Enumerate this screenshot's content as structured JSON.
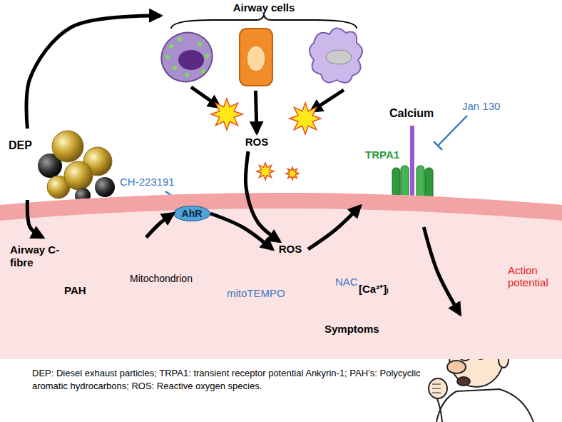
{
  "diagram": {
    "caption": "DEP: Diesel exhaust particles; TRPA1: transient receptor potential Ankyrin-1; PAH’s: Polycyclic aromatic hydrocarbons; ROS: Reactive oxygen species.",
    "nodes": [
      {
        "text": [
          "DEP"
        ]
      },
      {
        "text": [
          "Airway cells"
        ]
      },
      {
        "text": [
          "ROS"
        ]
      },
      {
        "text": [
          "Airway C-fibre"
        ]
      },
      {
        "text": [
          "PAH"
        ],
        "in": 3
      },
      {
        "text": [
          "AhR"
        ],
        "in": 3
      },
      {
        "text": [
          "ROS"
        ],
        "in": 3
      },
      {
        "text": [
          "TRPA1"
        ]
      },
      {
        "text": [
          "Symptoms"
        ]
      }
    ],
    "edges": [
      {
        "from": 0,
        "to": 1,
        "arrow": "to"
      },
      {
        "from": 0,
        "to": 4,
        "arrow": "to"
      },
      {
        "from": 1,
        "to": 2,
        "arrow": "to"
      },
      {
        "from": 2,
        "to": 6,
        "arrow": "to"
      },
      {
        "from": 4,
        "to": 5,
        "arrow": "to"
      },
      {
        "from": 5,
        "to": 6,
        "arrow": "to"
      },
      {
        "from": 6,
        "to": 7,
        "arrow": "to"
      },
      {
        "from": 7,
        "to": 8,
        "arrow": "to"
      }
    ],
    "labels": [
      "Calcium",
      "Jan 130",
      "CH-223191",
      "Mitochondrion",
      "mitoTEMPO",
      "NAC",
      "Action potential",
      "[Ca²⁺]ᵢ"
    ]
  }
}
